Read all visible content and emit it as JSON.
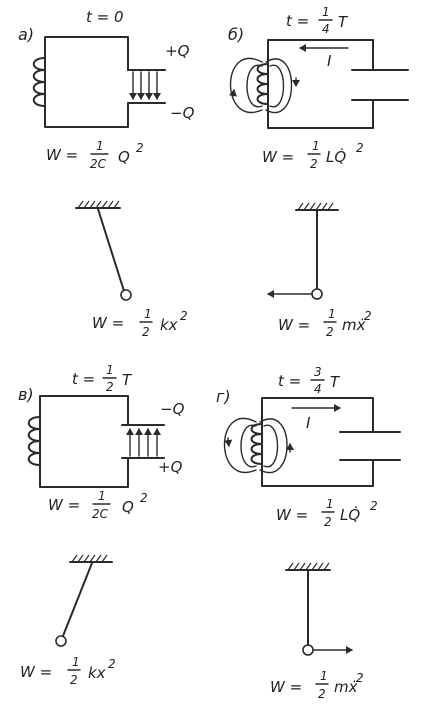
{
  "panels": {
    "a": {
      "letter": "а)",
      "time": "t = 0",
      "charge_top": "+Q",
      "charge_bottom": "−Q",
      "energy": {
        "w": "W =",
        "num": "1",
        "den": "2C",
        "var": "Q",
        "pow": "2"
      }
    },
    "b": {
      "letter": "б)",
      "time_prefix": "t =",
      "time_num": "1",
      "time_den": "4",
      "time_T": "T",
      "current": "I",
      "energy": {
        "w": "W =",
        "num": "1",
        "den": "2",
        "var": "LQ̇",
        "pow": "2"
      }
    },
    "v": {
      "letter": "в)",
      "time_prefix": "t =",
      "time_num": "1",
      "time_den": "2",
      "time_T": "T",
      "charge_top": "−Q",
      "charge_bottom": "+Q",
      "energy": {
        "w": "W =",
        "num": "1",
        "den": "2C",
        "var": "Q",
        "pow": "2"
      }
    },
    "g": {
      "letter": "г)",
      "time_prefix": "t =",
      "time_num": "3",
      "time_den": "4",
      "time_T": "T",
      "current": "I",
      "energy": {
        "w": "W =",
        "num": "1",
        "den": "2",
        "var": "LQ̇",
        "pow": "2"
      }
    }
  },
  "pendulums": {
    "p1": {
      "w": "W =",
      "num": "1",
      "den": "2",
      "var": "kx",
      "pow": "2"
    },
    "p2": {
      "w": "W =",
      "num": "1",
      "den": "2",
      "var": "mẋ",
      "pow": "2"
    },
    "p3": {
      "w": "W =",
      "num": "1",
      "den": "2",
      "var": "kx",
      "pow": "2"
    },
    "p4": {
      "w": "W =",
      "num": "1",
      "den": "2",
      "var": "mẋ",
      "pow": "2"
    }
  }
}
